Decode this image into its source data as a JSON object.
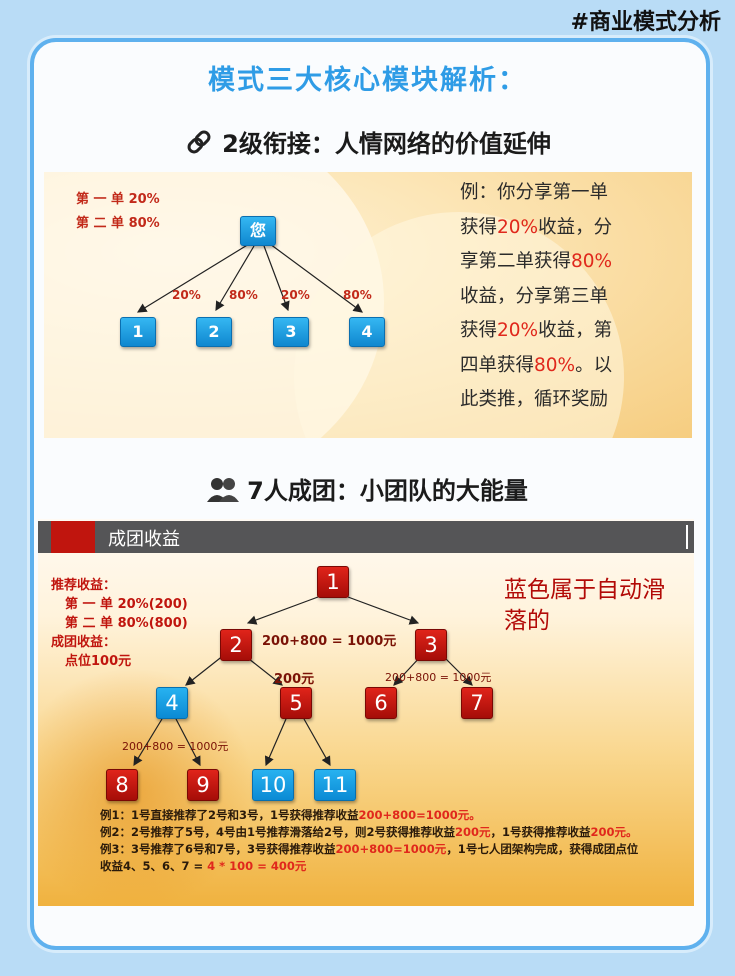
{
  "hashtag": "#商业模式分析",
  "main_title": "模式三大核心模块解析：",
  "section1": {
    "title": "2级衔接：人情网络的价值延伸",
    "rates": [
      "第 一 单 20%",
      "第 二 单 80%"
    ],
    "root": "您",
    "children": [
      "1",
      "2",
      "3",
      "4"
    ],
    "edge_labels": [
      "20%",
      "80%",
      "20%",
      "80%"
    ],
    "desc_1": "例：你分享第一单获得",
    "desc_2": "20%",
    "desc_3": "收益，分享第二单获得",
    "desc_4": "80%",
    "desc_5": "收益，分享第三单获得",
    "desc_6": "20%",
    "desc_7": "收益，第四单获得",
    "desc_8": "80%",
    "desc_9": "。以此类推，循环奖励"
  },
  "section2": {
    "title": "7人成团：小团队的大能量",
    "bar_label": "成团收益",
    "left_1": "推荐收益：",
    "left_2": "第 一 单 20%(200)",
    "left_3": "第 二 单 80%(800)",
    "left_4": "成团收益：",
    "left_5": "点位100元",
    "note": "蓝色属于自动滑落的",
    "sum_main": "200+800 = 1000元",
    "sum_200": "200元",
    "sum_right": "200+800 = 1000元",
    "sum_left": "200+800 = 1000元",
    "nodes": [
      "1",
      "2",
      "3",
      "4",
      "5",
      "6",
      "7",
      "8",
      "9",
      "10",
      "11"
    ],
    "ex1_a": "例1：1号直接推荐了2号和3号，1号获得推荐收益",
    "ex1_b": "200+800=1000元。",
    "ex2_a": "例2：2号推荐了5号，4号由1号推荐滑落给2号，则2号获得推荐收益",
    "ex2_b": "200元",
    "ex2_c": "，1号获得推荐收益",
    "ex2_d": "200元。",
    "ex3_a": "例3：3号推荐了6号和7号，3号获得推荐收益",
    "ex3_b": "200+800=1000元",
    "ex3_c": "，1号七人团架构完成，获得成团点位收益4、5、6、7 = ",
    "ex3_d": "4 * 100 = 400元"
  },
  "colors": {
    "title_blue": "#2f9ce6",
    "accent_red": "#e0281c",
    "node_blue": "#0f87cf",
    "node_red": "#c0150e"
  },
  "icons": {
    "section1": "link-icon",
    "section2": "group-icon"
  }
}
